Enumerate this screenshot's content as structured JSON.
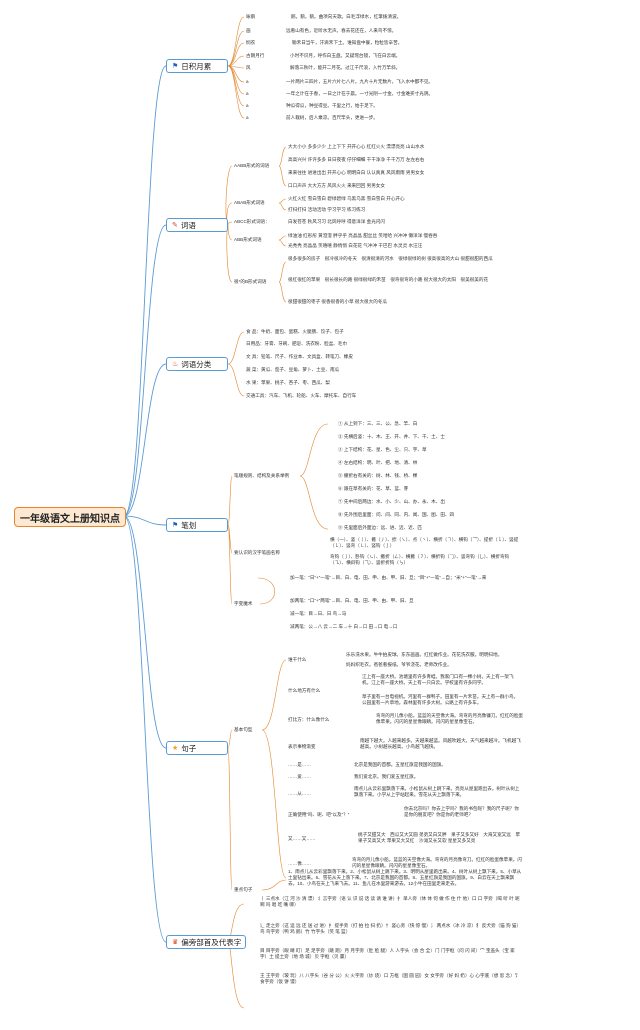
{
  "root": "一年级语文上册知识点",
  "b1": {
    "label": "日积月累",
    "items": [
      [
        "咏鹅",
        "鹅，鹅，鹅。曲项向天歌。白毛浮绿水，红掌拨清波。"
      ],
      [
        "画",
        "远看山有色，近听水无声。春去花还在，人来鸟不惊。"
      ],
      [
        "悯农",
        "锄禾日当午，汗滴禾下土。谁知盘中餐，粒粒皆辛苦。"
      ],
      [
        "古朗月行",
        "小时不识月，呼作白玉盘。又疑瑶台镜，飞在白云端。"
      ],
      [
        "风",
        "解落三秋叶，能开二月花。过江千尺浪，入竹万竿斜。"
      ],
      [
        "a",
        "一片两片三四片，五片六片七八片。九片十片无数片，飞入水中都不见。"
      ],
      [
        "a",
        "一年之计在于春，一日之计在于晨。一寸光阴一寸金，寸金难买寸光阴。"
      ],
      [
        "a",
        "种瓜得瓜，种豆得豆。千里之行，始于足下。"
      ],
      [
        "a",
        "前人栽树，后人乘凉。百尺竿头，更进一步。"
      ]
    ]
  },
  "b2": {
    "label": "词语",
    "aabb_label": "AABB形式的词语",
    "aabb": [
      "大大小小 多多少少 上上下下 开开心心 红红火火 漂漂亮亮 山山水水",
      "高高兴兴 许许多多 日日夜夜 仔仔细细 干干净净 千千万万 左左右右",
      "来来往往 进进出出 开开心心 明明白白 认认真真 风风雨雨 男男女女",
      "口口声声 大大方方 风风火火 来来回回 男男女女"
    ],
    "abab_label": "ABAB形式词语",
    "abab": [
      "火红火红 雪白雪白 碧绿碧绿 乌黑乌黑 雪白雪白 开心开心",
      "打扫打扫 活动活动 学习学习 练习练习"
    ],
    "abcc_label": "ABCC形式词语：",
    "abcc": "白发苍苍 秋风习习 北风呼呼 得意洋洋 金光闪闪",
    "abb_label": "ABB形式词语",
    "abb": [
      "绿油油 红彤彤 黄澄澄 胖乎乎 亮晶晶 甜丝丝 笑哈哈 兴冲冲 懒洋洋 慢吞吞",
      "光秃秃 亮晶晶 笑嘻嘻 静悄悄 白花花 气冲冲 干巴巴 水灵灵 水汪汪"
    ],
    "de_label": "很*的B形式词语",
    "de": [
      "很多很多的房子　很冷很冷的冬天　很清很清的河水　很绿很绿的树 很高很高的大山 很甜很甜的西瓜",
      "很红很红的苹果　很长很长的路 很绿很绿的禾苗　很弯很弯的小路 很大很大的太阳　很美很美的花",
      "很甜很甜的枣子 很香很香的小草 很大很大的冬瓜"
    ]
  },
  "b3": {
    "label": "词语分类",
    "items": [
      "食 品：牛奶、面包、蛋糕、火腿肠、饺子、包子",
      "日用品：牙膏、牙刷、肥皂、洗衣粉、脸盆、毛巾",
      "文 具：铅笔、尺子、作业本、文具盒、转笔刀、橡皮",
      "蔬 菜：黄瓜、茄子、豆角、萝卜、土豆、南瓜",
      "水 果：苹果、桃子、杏子、枣、西瓜、梨",
      "交通工具：汽车、飞机、轮船、火车、摩托车、自行车"
    ]
  },
  "b4": {
    "label": "笔划",
    "rules_label": "笔顺规则、结构及关系举例",
    "rules": [
      "① 从上到下：三、三、公、急、竿、白",
      "② 先横后竖：十、木、王、开、井、下、千、土、士",
      "③ 上下结构：花、星、色、尘、只、宇、草",
      "④ 左右结构：明、叶、把、地、清、林",
      "⑤ 撇折右有关的：树、林、钱、桥、棵",
      "⑥ 跟在草有关的：花、草、蓝、芽",
      "⑦ 先中间后两边：水、小、少、山、办、永、木、出",
      "⑧ 先外围后里面：问、间、同、内、闻、国、图、田、四",
      "⑨ 先里面后外面边：远、进、迈、近、匹"
    ],
    "strokes_label": "要认识的汉字笔画名称",
    "strokes": [
      "横（一）、竖（丨）、撇（丿）、捺（㇏）、点（丶）、横折（㇕）、横钩（乛）、提折（㇊）、竖提（𠄌）、竖弯（㇄）、竖钩（亅）",
      "弯钩（㇁）、卧钩（㇃）、撇折（𠃋）、横撇（㇇）、横折钩（𠃌）、竖弯钩（乚）、横折弯钩（㇈）、横斜钩（⺄）、竖折折钩（㇉）"
    ],
    "chars_label": "字变魔术",
    "chars": [
      "加一笔：“日”+“一笔”→目、白、电、田、申、由、甲、旧、旦；“目”+“一笔”→自；“米”+“一笔”→来",
      "加两笔：“口”+“两笔”→目、白、电、田、申、由、甲、旧、旦",
      "减一笔：目→日、日 鸟→马",
      "减两笔：公→八 云→二 车→十 白→口 田→口 电→口"
    ]
  },
  "b5": {
    "label": "句子",
    "basic_label": "基本句型",
    "who_label": "谁干什么",
    "who": [
      "乐乐洗水果。牛牛拍皮球。东东画画。红红做作业。花花洗衣服。明明扫地。",
      "妈妈织毛衣。爸爸看报纸。爷爷浇花。老师改作业。"
    ],
    "where_label": "什么地方有什么",
    "where": [
      "江上有一座大桥。池塘里有许多青蛙。我家门口有一棵小树。天上有一架飞机。江上有一座大桥。天上有一只白云。学校里有许多同学。",
      "草子里有一台电视机。河里有一群鸭子。田里有一片禾苗。天上有一群小鸟。公园里有一片草地。森林里有许多大树。公路上有许多车。"
    ],
    "like_label": "打比方：什么像什么",
    "like": "弯弯的月儿像小船。蓝蓝的天空像大海。弯弯的月亮像镰刀。红红的脸蛋像苹果。闪闪的星星像眼睛。闪闪的星星像宝石。",
    "sup_label": "表示事物渐变",
    "sup": "雨越下越大。人越来越多。天越来越蓝。风越吹越大。天气越来越冷。飞机越飞越高。小树越长越高。小鸟越飞越快。",
    "s1_label": "……是……",
    "s1": "北京是我国的首都。五星红旗是我国的国旗。",
    "s2_label": "……爱……",
    "s2": "我们爱北京。我们爱五星红旗。",
    "s3_label": "……从……",
    "s3": [
      "雨点儿从云彩里飘落下来。小松鼠从树上跳下来。亮亮从屋里跑出去。树叶从树上飘落下来。小学从上学站起来。雪花从天上飘落下来。"
    ],
    "q_label": "正确使用“吗、呢、吧”以及“？”",
    "q": "你去北京吗？你去上学吗？我的书包呢？我的尺子呢？你是你的朋友吧？你是你的老师吧？",
    "also_label": "又……又……",
    "also": "桃子又甜又大　西瓜又大又圆 弟弟又白又胖　果子又多又好　大海又宽又远　苹果子又高又大 苹果又大又红　沙滩又长又软 星星又多又亮",
    "looklike_label": "……像……",
    "looklike": "弯弯的月儿像小船。蓝蓝的天空像大海。弯弯的月亮像弯刀。红红的脸蛋像苹果。闪闪的星星像眼睛。闪闪的星星像宝石。",
    "key_label": "重点句子",
    "key": "1、雨点儿从云彩里飘落下来。2、小松鼠从树上跳下来。3、明明从屋里跑出来。4、树叶从树上飘下来。5、小草从土里钻出来。6、雪花从天上落下来。7、北京是我国的首都。8、五星红旗是我国的国旗。9、白云在天上飘来飘去。10、小鸟在天上飞来飞去。11、鱼儿在水里游来游去。12小牛在田里走来走去。"
  },
  "b6": {
    "label": "偏旁部首及代表字",
    "items": [
      "丨 三点水（江 河 沙 清 漂）丬 言字旁（语 认 识 说 话 读 请 谁 讲）扌 单人旁（休 体 何 做 作 住 什 他）口 口 字旁（喝 听 叶 呢 啊 吗 唱 吃 嘴 哪）",
      "辶 走之旁（这 运 远 还 送 过 进）扌 提手旁（打 拍 拉 扫 扔）忄 竖心旁（快 惊 慢）氵 两点水（冰 冷 凉）犭 反犬旁（猫 狗 猫）鸟 鸟字旁（鸭 鸡 鹅）竹 竹字头（笑 笔 篮）",
      "目 目字旁（眼 睛 盯）足 足字旁（跳 跑）月 月字旁（肚 脸 腿）人 人字头（会 合 全）门 门字框（问 闪 间）宀 宝盖头（宝 家 宇）土 提土旁（地 场 城）贝 字框（贝 赢）",
      "王 王字旁（玻 玩）八 八字头（谷 分 公）火 火字旁（炒 烧）口 方框（国 圆 园）女 女字旁（好 妈 奶）心 心字底（想 思 念）饣 食字旁（饭 饼 馒）"
    ]
  }
}
